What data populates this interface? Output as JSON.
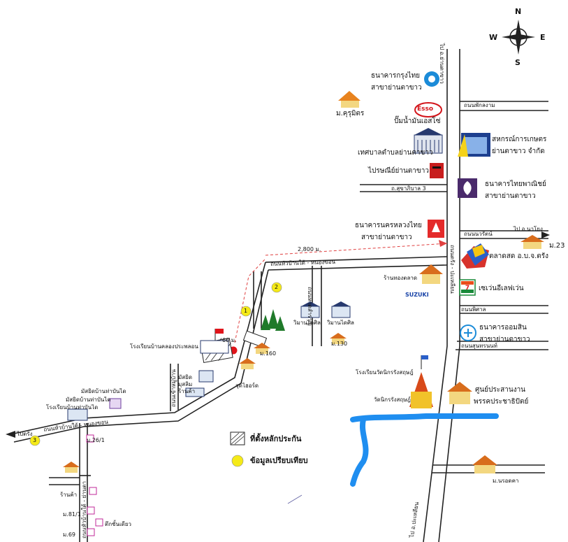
{
  "compass": {
    "n": "N",
    "s": "S",
    "e": "E",
    "w": "W"
  },
  "roads": {
    "phetkasem_top": "ไป อ.ย่านตาขาว",
    "phuklongam": "ถนนพักลงาม",
    "sukhapibal3": "ถ.สุขาภิบาล 3",
    "nawarat": "ถนนนวรัตน์",
    "to_nayong": "ไป อ.นาโยง",
    "road_hua_ban_tai": "ถนนหัวบ้านใต้ - หนองขอน",
    "road_hua_ban_tai_lower": "ถนนหัวบ้านใต้ - หนองขอน",
    "vert_road_a": "ถนนหาดสำราญ",
    "phisan": "ถนนพิศาล",
    "sunrattanakul": "ถนนสุนทรนนท์",
    "trang_nayong": "ถนนตรัง - ปะเหลียน",
    "to_palian": "ไป อ.ปะเหลียน",
    "to_trang": "ไปตรัง",
    "lower_left_road": "ถนนหัวบ้านใต้ - ย่านตา",
    "distance_2800": "2,800 ม.",
    "distance_60": "60 ม.",
    "side_road": "ถนนเข้าหมู่บ้าน"
  },
  "places": {
    "krungthai": [
      "ธนาคารกรุงไทย",
      "สาขาย่านตาขาว"
    ],
    "m_kukhun": "ม.คุรุมิตร",
    "esso_pump": "ปั๊มน้ำมันเอสโซ่",
    "esso_logo": "Esso",
    "municipality": "เทศบาลตำบลย่านตาขาว",
    "post_office": "ไปรษณีย์ย่านตาขาว",
    "coop": [
      "สหกรณ์การเกษตร",
      "ย่านตาขาว จำกัด"
    ],
    "scb": [
      "ธนาคารไทยพาณิชย์",
      "สาขาย่านตาขาว"
    ],
    "bkk_metro_bank": [
      "ธนาคารนครหลวงไทย",
      "สาขาย่านตาขาว"
    ],
    "market": "ตลาดสด อ.บ.จ.ตรัง",
    "m23": "ม.23",
    "gold_shop": "ร้านทองตลาด",
    "suzuki": "SUZUKI",
    "seven": "เซเว่นอีเลฟเว่น",
    "gsb": [
      "ธนาคารออมสิน",
      "สาขาย่านตาขาว"
    ],
    "villa1": "วิมานไดศิล",
    "villa2": "วิมานไดศิล",
    "m130": "ม.130",
    "m160": "ม.160",
    "school_main": "โรงเรียนบ้านคลองประพลอน",
    "mosque_shop": "มัสยิดมุสลิม ร้านค้า",
    "point_checker": "จุดไฮอร์ด",
    "school_wat": "โรงเรียนวัดนิกรรังสฤษฎ์",
    "wat": "วัดนิกรรังสฤษฎ์",
    "party_center": [
      "ศูนย์ประสานงาน",
      "พรรคประชาธิปัตย์"
    ],
    "m_bottom_right": "ม.นรอดคา",
    "mosque_left": "มัสยิดบ้านท่าบันได",
    "school_left": "โรงเรียนบ้านท่าบันได",
    "mosque_left_top": "มัสยิดบ้านท่าบันได",
    "m26": "ม.26/1",
    "shop_left": "ร้านค้า",
    "m81": "ม.81/1",
    "m69": "ม.69",
    "rowhouse": "ตึกชั้นเดียว"
  },
  "markers": {
    "one": "1",
    "two": "2",
    "three": "3"
  },
  "legend": {
    "hatch_label": "ที่ตั้งหลักประกัน",
    "circle_label": "ข้อมูลเปรียบเทียบ"
  },
  "colors": {
    "river": "#1f8ef0",
    "marker_yellow": "#f5ea18",
    "target_red": "#e0141a",
    "route_red": "#e04040",
    "road": "#222222"
  }
}
